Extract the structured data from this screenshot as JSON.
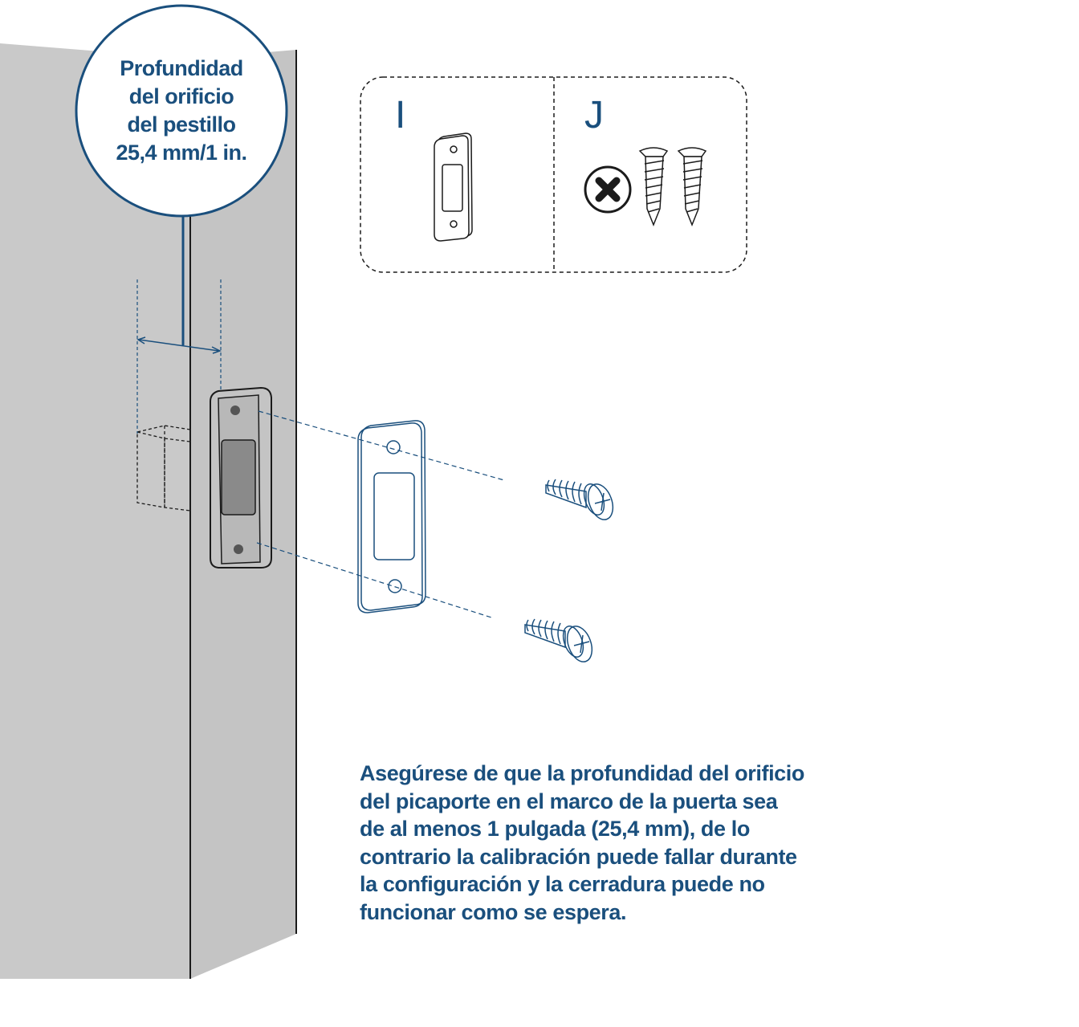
{
  "callout": {
    "lines": [
      "Profundidad",
      "del orificio",
      "del pestillo",
      "25,4 mm/1 in."
    ]
  },
  "parts": {
    "i_label": "I",
    "j_label": "J"
  },
  "note": {
    "lines": [
      "Asegúrese de que la profundidad del orificio",
      "del picaporte en el marco de la puerta sea",
      "de al menos 1 pulgada (25,4 mm), de lo",
      "contrario la calibración puede fallar durante",
      "la configuración y la cerradura puede no",
      "funcionar como se espera."
    ]
  },
  "colors": {
    "accent_blue": "#1a4f7d",
    "frame_gray": "#c9c9c9",
    "frame_front": "#bdbdbd",
    "line_black": "#1b1b1b"
  }
}
